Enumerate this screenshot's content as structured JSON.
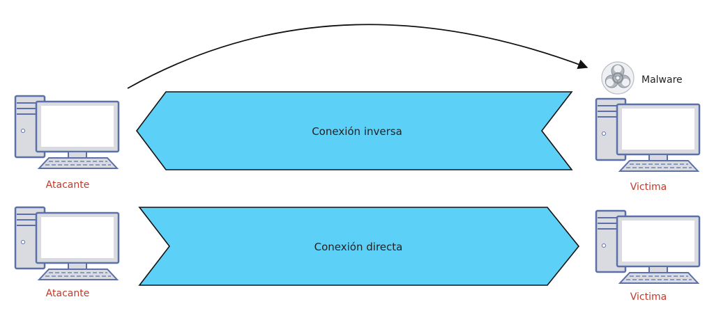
{
  "bands": {
    "reverse": {
      "label": "Conexión inversa"
    },
    "direct": {
      "label": "Conexión directa"
    }
  },
  "nodes": {
    "attacker_top": {
      "label": "Atacante",
      "icon": "desktop-computer-icon"
    },
    "attacker_bottom": {
      "label": "Atacante",
      "icon": "desktop-computer-icon"
    },
    "victim_top": {
      "label": "Victima",
      "icon": "desktop-computer-icon"
    },
    "victim_bottom": {
      "label": "Victima",
      "icon": "desktop-computer-icon"
    }
  },
  "malware": {
    "label": "Malware",
    "icon": "biohazard-icon"
  },
  "colors": {
    "band_fill": "#5dd0f8",
    "band_stroke": "#111111",
    "node_label": "#c0392b",
    "computer_body": "#d9dbe0",
    "computer_outline": "#5b6fa8",
    "screen_bg": "#ffffff"
  }
}
